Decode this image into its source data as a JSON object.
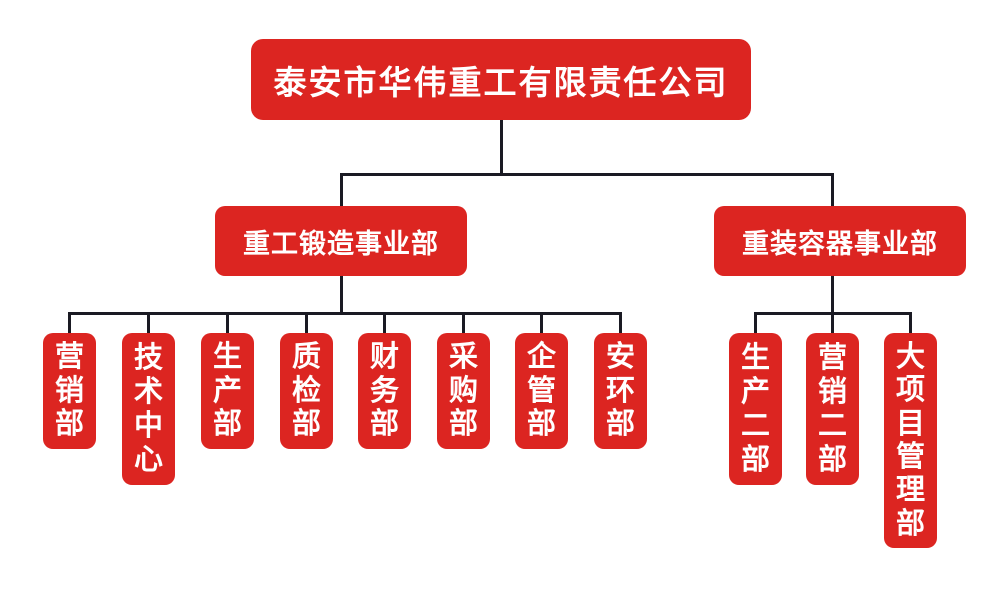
{
  "org": {
    "root": {
      "label": "泰安市华伟重工有限责任公司"
    },
    "divisions": [
      {
        "label": "重工锻造事业部",
        "departments": [
          {
            "label": "营销部"
          },
          {
            "label": "技术中心"
          },
          {
            "label": "生产部"
          },
          {
            "label": "质检部"
          },
          {
            "label": "财务部"
          },
          {
            "label": "采购部"
          },
          {
            "label": "企管部"
          },
          {
            "label": "安环部"
          }
        ]
      },
      {
        "label": "重装容器事业部",
        "departments": [
          {
            "label": "生产二部"
          },
          {
            "label": "营销二部"
          },
          {
            "label": "大项目管理部"
          }
        ]
      }
    ],
    "colors": {
      "box": "#dc2521",
      "line": "#1a1a23",
      "text": "#ffffff",
      "background": "#ffffff"
    }
  }
}
